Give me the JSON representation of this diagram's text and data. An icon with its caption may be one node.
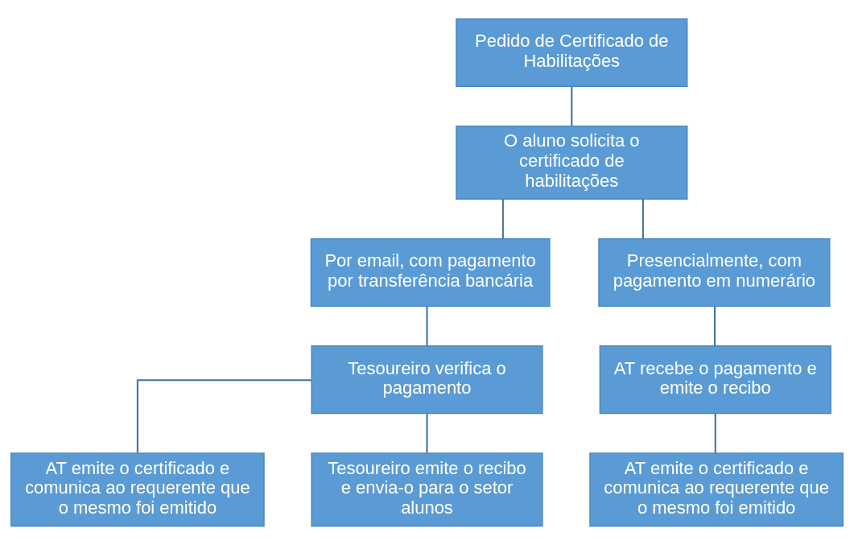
{
  "diagram": {
    "nodes": [
      {
        "text": [
          "Pedido de Certificado de Habilitações"
        ]
      },
      {
        "text": [
          "O aluno solicita o certificado de habilitações"
        ]
      },
      {
        "text": [
          "Por email, com pagamento por transferência bancária"
        ]
      },
      {
        "text": [
          "Presencialmente, com pagamento em numerário"
        ]
      },
      {
        "text": [
          "Tesoureiro verifica o pagamento"
        ]
      },
      {
        "text": [
          "AT recebe o pagamento e emite o recibo"
        ]
      },
      {
        "text": [
          "AT emite o certificado e comunica ao requerente que o mesmo foi emitido"
        ]
      },
      {
        "text": [
          "Tesoureiro emite o recibo e envia-o para o setor alunos"
        ]
      },
      {
        "text": [
          "AT emite o certificado e comunica ao requerente que o mesmo foi emitido"
        ]
      }
    ],
    "edges": [
      {
        "from": 0,
        "to": 1,
        "arrow": "none"
      },
      {
        "from": 1,
        "to": 2,
        "arrow": "none"
      },
      {
        "from": 1,
        "to": 3,
        "arrow": "none"
      },
      {
        "from": 2,
        "to": 4,
        "arrow": "none"
      },
      {
        "from": 3,
        "to": 5,
        "arrow": "none"
      },
      {
        "from": 4,
        "to": 6,
        "arrow": "none"
      },
      {
        "from": 4,
        "to": 7,
        "arrow": "none"
      },
      {
        "from": 5,
        "to": 8,
        "arrow": "none"
      }
    ]
  }
}
